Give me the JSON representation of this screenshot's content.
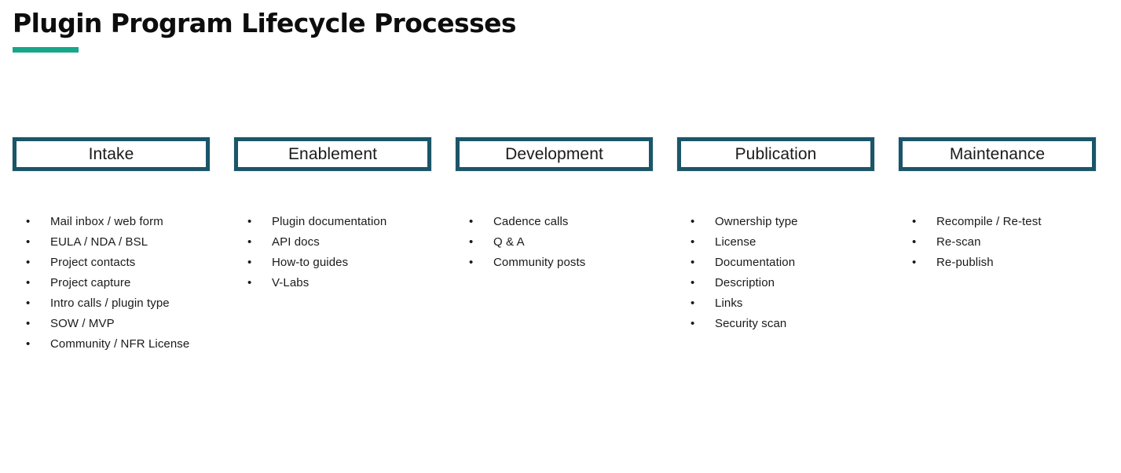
{
  "slide": {
    "title": "Plugin Program Lifecycle Processes",
    "accent_color": "#17a78a",
    "box_border_color": "#1b5568",
    "text_color": "#1a1a1a",
    "background_color": "#ffffff",
    "bullet_glyph": "•"
  },
  "stages": [
    {
      "name": "Intake",
      "items": [
        "Mail inbox / web form",
        "EULA / NDA / BSL",
        "Project contacts",
        "Project capture",
        "Intro calls / plugin type",
        "SOW / MVP",
        "Community / NFR License"
      ]
    },
    {
      "name": "Enablement",
      "items": [
        "Plugin documentation",
        "API docs",
        "How-to guides",
        "V-Labs"
      ]
    },
    {
      "name": "Development",
      "items": [
        "Cadence calls",
        "Q & A",
        "Community posts"
      ]
    },
    {
      "name": "Publication",
      "items": [
        "Ownership type",
        "License",
        "Documentation",
        "Description",
        "Links",
        "Security scan"
      ]
    },
    {
      "name": "Maintenance",
      "items": [
        "Recompile / Re-test",
        "Re-scan",
        "Re-publish"
      ]
    }
  ]
}
